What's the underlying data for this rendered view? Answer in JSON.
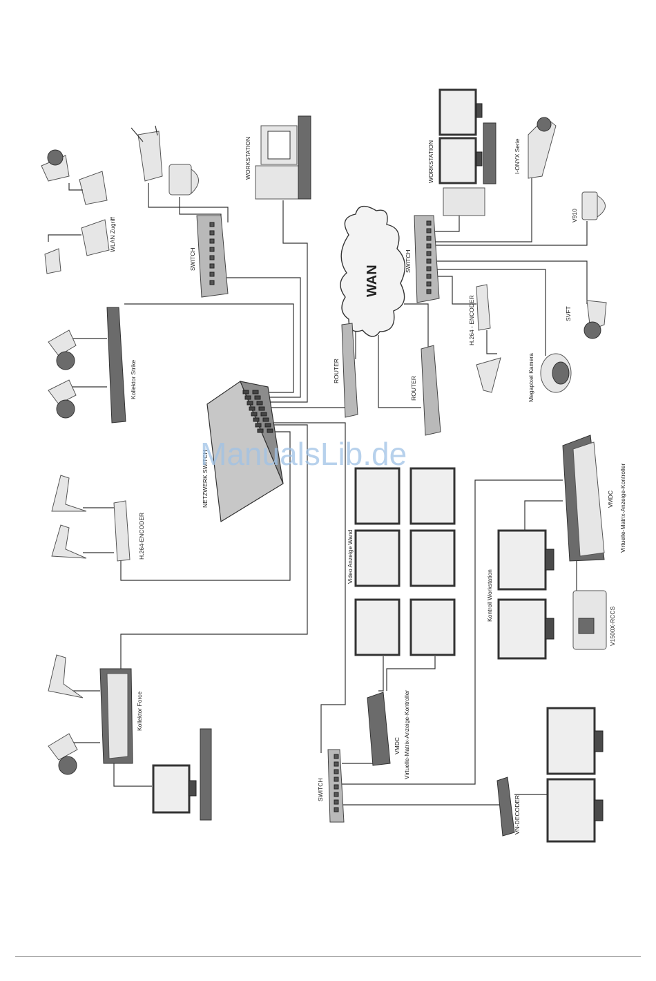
{
  "labels": {
    "wlan": "WLAN Zugriff",
    "switch_top": "SWITCH",
    "workstation_top": "WORKSTATION",
    "workstation_right": "WORKSTATION",
    "ionyx": "I-ONYX Serie",
    "v910": "V910",
    "wan": "WAN",
    "switch_right": "SWITCH",
    "encoder_right": "H.264 - ENCODER",
    "svft": "SVFT",
    "router_left": "ROUTER",
    "router_right": "ROUTER",
    "megapixel": "Megapixel Kamera",
    "kollektor_strike": "Kollektor Strike",
    "netzwerk_switch": "NETZWERK SWITCH",
    "encoder_left": "H.264-ENCODER",
    "video_wand": "Video Anzeige Wand",
    "vmdc_right": "VMDC",
    "vmdc_right_sub": "Virtuelle-Matrix-Anzeige-Kontroller",
    "kontroll_ws": "Kontroll Workstation",
    "v1500x": "V1500X-RCCS",
    "kollektor_force": "Kollektor Force",
    "vmdc_bottom": "VMDC",
    "vmdc_bottom_sub": "Virtuelle-Matrix-Anzeige-Kontroller",
    "switch_bottom": "SWITCH",
    "vn_decoder": "VN-DECODER"
  },
  "watermark": "ManualsLib.de",
  "colors": {
    "watermark": "#9fc2e6",
    "line": "#333333"
  }
}
